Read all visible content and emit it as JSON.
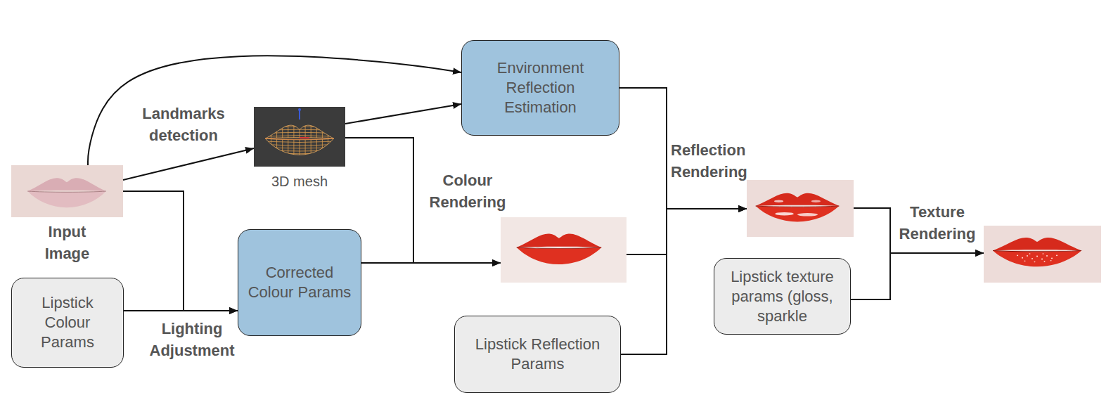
{
  "diagram": {
    "nodes": [
      {
        "text": [
          "Input Image"
        ]
      },
      {
        "text": [
          "Lipstick Colour Params"
        ]
      },
      {
        "text": [
          "3D mesh"
        ]
      },
      {
        "text": [
          "Environment Reflection Estimation"
        ]
      },
      {
        "text": [
          "Corrected Colour Params"
        ]
      },
      {
        "text": []
      },
      {
        "text": [
          "Lipstick Reflection Params"
        ]
      },
      {
        "text": []
      },
      {
        "text": [
          "Lipstick texture params (gloss, sparkle"
        ]
      },
      {
        "text": []
      }
    ],
    "edges": [
      {
        "from": 0,
        "to": 3,
        "arrow": "to"
      },
      {
        "from": 0,
        "to": 2,
        "arrow": "to",
        "label": "Landmarks detection"
      },
      {
        "from": 2,
        "to": 3,
        "arrow": "to"
      },
      {
        "from": 0,
        "to": 4,
        "arrow": "to"
      },
      {
        "from": 1,
        "to": 4,
        "arrow": "to",
        "label": "Lighting Adjustment"
      },
      {
        "from": 2,
        "to": 5,
        "arrow": "to"
      },
      {
        "from": 4,
        "to": 5,
        "arrow": "to",
        "label": "Colour Rendering"
      },
      {
        "from": 3,
        "to": 7,
        "arrow": "to",
        "label": "Reflection Rendering"
      },
      {
        "from": 5,
        "to": 7,
        "arrow": "to"
      },
      {
        "from": 6,
        "to": 7,
        "arrow": "to"
      },
      {
        "from": 7,
        "to": 9,
        "arrow": "to",
        "label": "Texture Rendering"
      },
      {
        "from": 8,
        "to": 9,
        "arrow": "to"
      }
    ]
  }
}
